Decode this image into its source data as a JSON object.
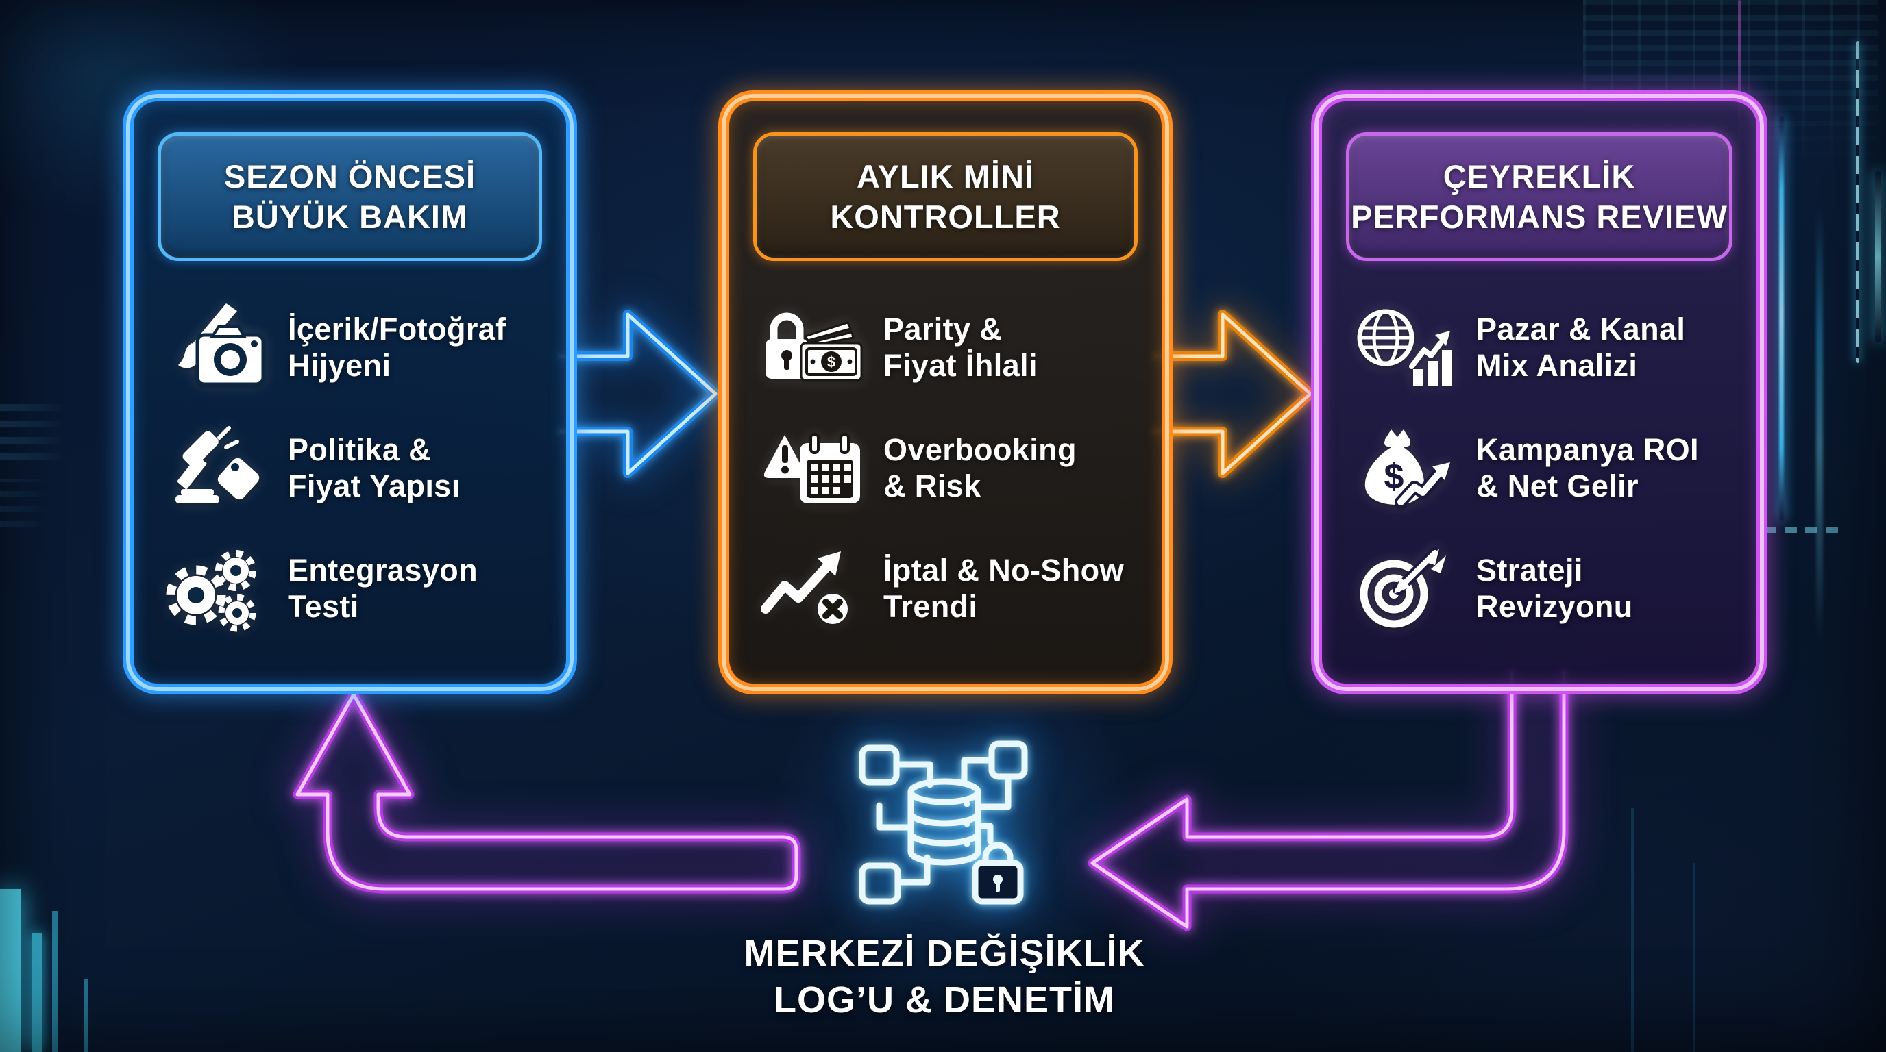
{
  "stages": [
    {
      "title1": "SEZON ÖNCESİ",
      "title2": "BÜYÜK BAKIM",
      "accent": "#2f9dff",
      "items": [
        {
          "icon": "paintbrush-camera-icon",
          "l1": "İçerik/Fotoğraf",
          "l2": "Hijyeni"
        },
        {
          "icon": "gavel-pricetag-icon",
          "l1": "Politika &",
          "l2": "Fiyat Yapısı"
        },
        {
          "icon": "gears-icon",
          "l1": "Entegrasyon",
          "l2": "Testi"
        }
      ]
    },
    {
      "title1": "AYLIK MİNİ",
      "title2": "KONTROLLER",
      "accent": "#ff8c1c",
      "items": [
        {
          "icon": "lock-banknote-icon",
          "l1": "Parity &",
          "l2": "Fiyat İhlali"
        },
        {
          "icon": "warning-calendar-icon",
          "l1": "Overbooking",
          "l2": "& Risk"
        },
        {
          "icon": "trend-cancel-icon",
          "l1": "İptal & No-Show",
          "l2": "Trendi"
        }
      ]
    },
    {
      "title1": "ÇEYREKLİK",
      "title2": "PERFORMANS REVIEW",
      "accent": "#cf55f2",
      "items": [
        {
          "icon": "globe-barchart-icon",
          "l1": "Pazar & Kanal",
          "l2": "Mix Analizi"
        },
        {
          "icon": "moneybag-roi-icon",
          "l1": "Kampanya ROI",
          "l2": "& Net Gelir"
        },
        {
          "icon": "target-dart-icon",
          "l1": "Strateji",
          "l2": "Revizyonu"
        }
      ]
    }
  ],
  "hub": {
    "icon": "secure-database-network-icon",
    "l1": "MERKEZİ DEĞİŞİKLİK",
    "l2": "LOG’U & DENETİM"
  },
  "arrows": [
    {
      "name": "stage1-to-stage2",
      "color": "#2f9dff",
      "direction": "right"
    },
    {
      "name": "stage2-to-stage3",
      "color": "#ff8c1c",
      "direction": "right"
    },
    {
      "name": "stage3-to-hub",
      "color": "#cf55f2",
      "direction": "down-left"
    },
    {
      "name": "hub-to-stage1",
      "color": "#cf55f2",
      "direction": "left-up"
    }
  ],
  "colors": {
    "background": "#0a1c36",
    "stage1_accent": "#2f9dff",
    "stage2_accent": "#ff8c1c",
    "stage3_accent": "#cf55f2",
    "hub_glow": "#6fd9ff",
    "text": "#ffffff"
  }
}
